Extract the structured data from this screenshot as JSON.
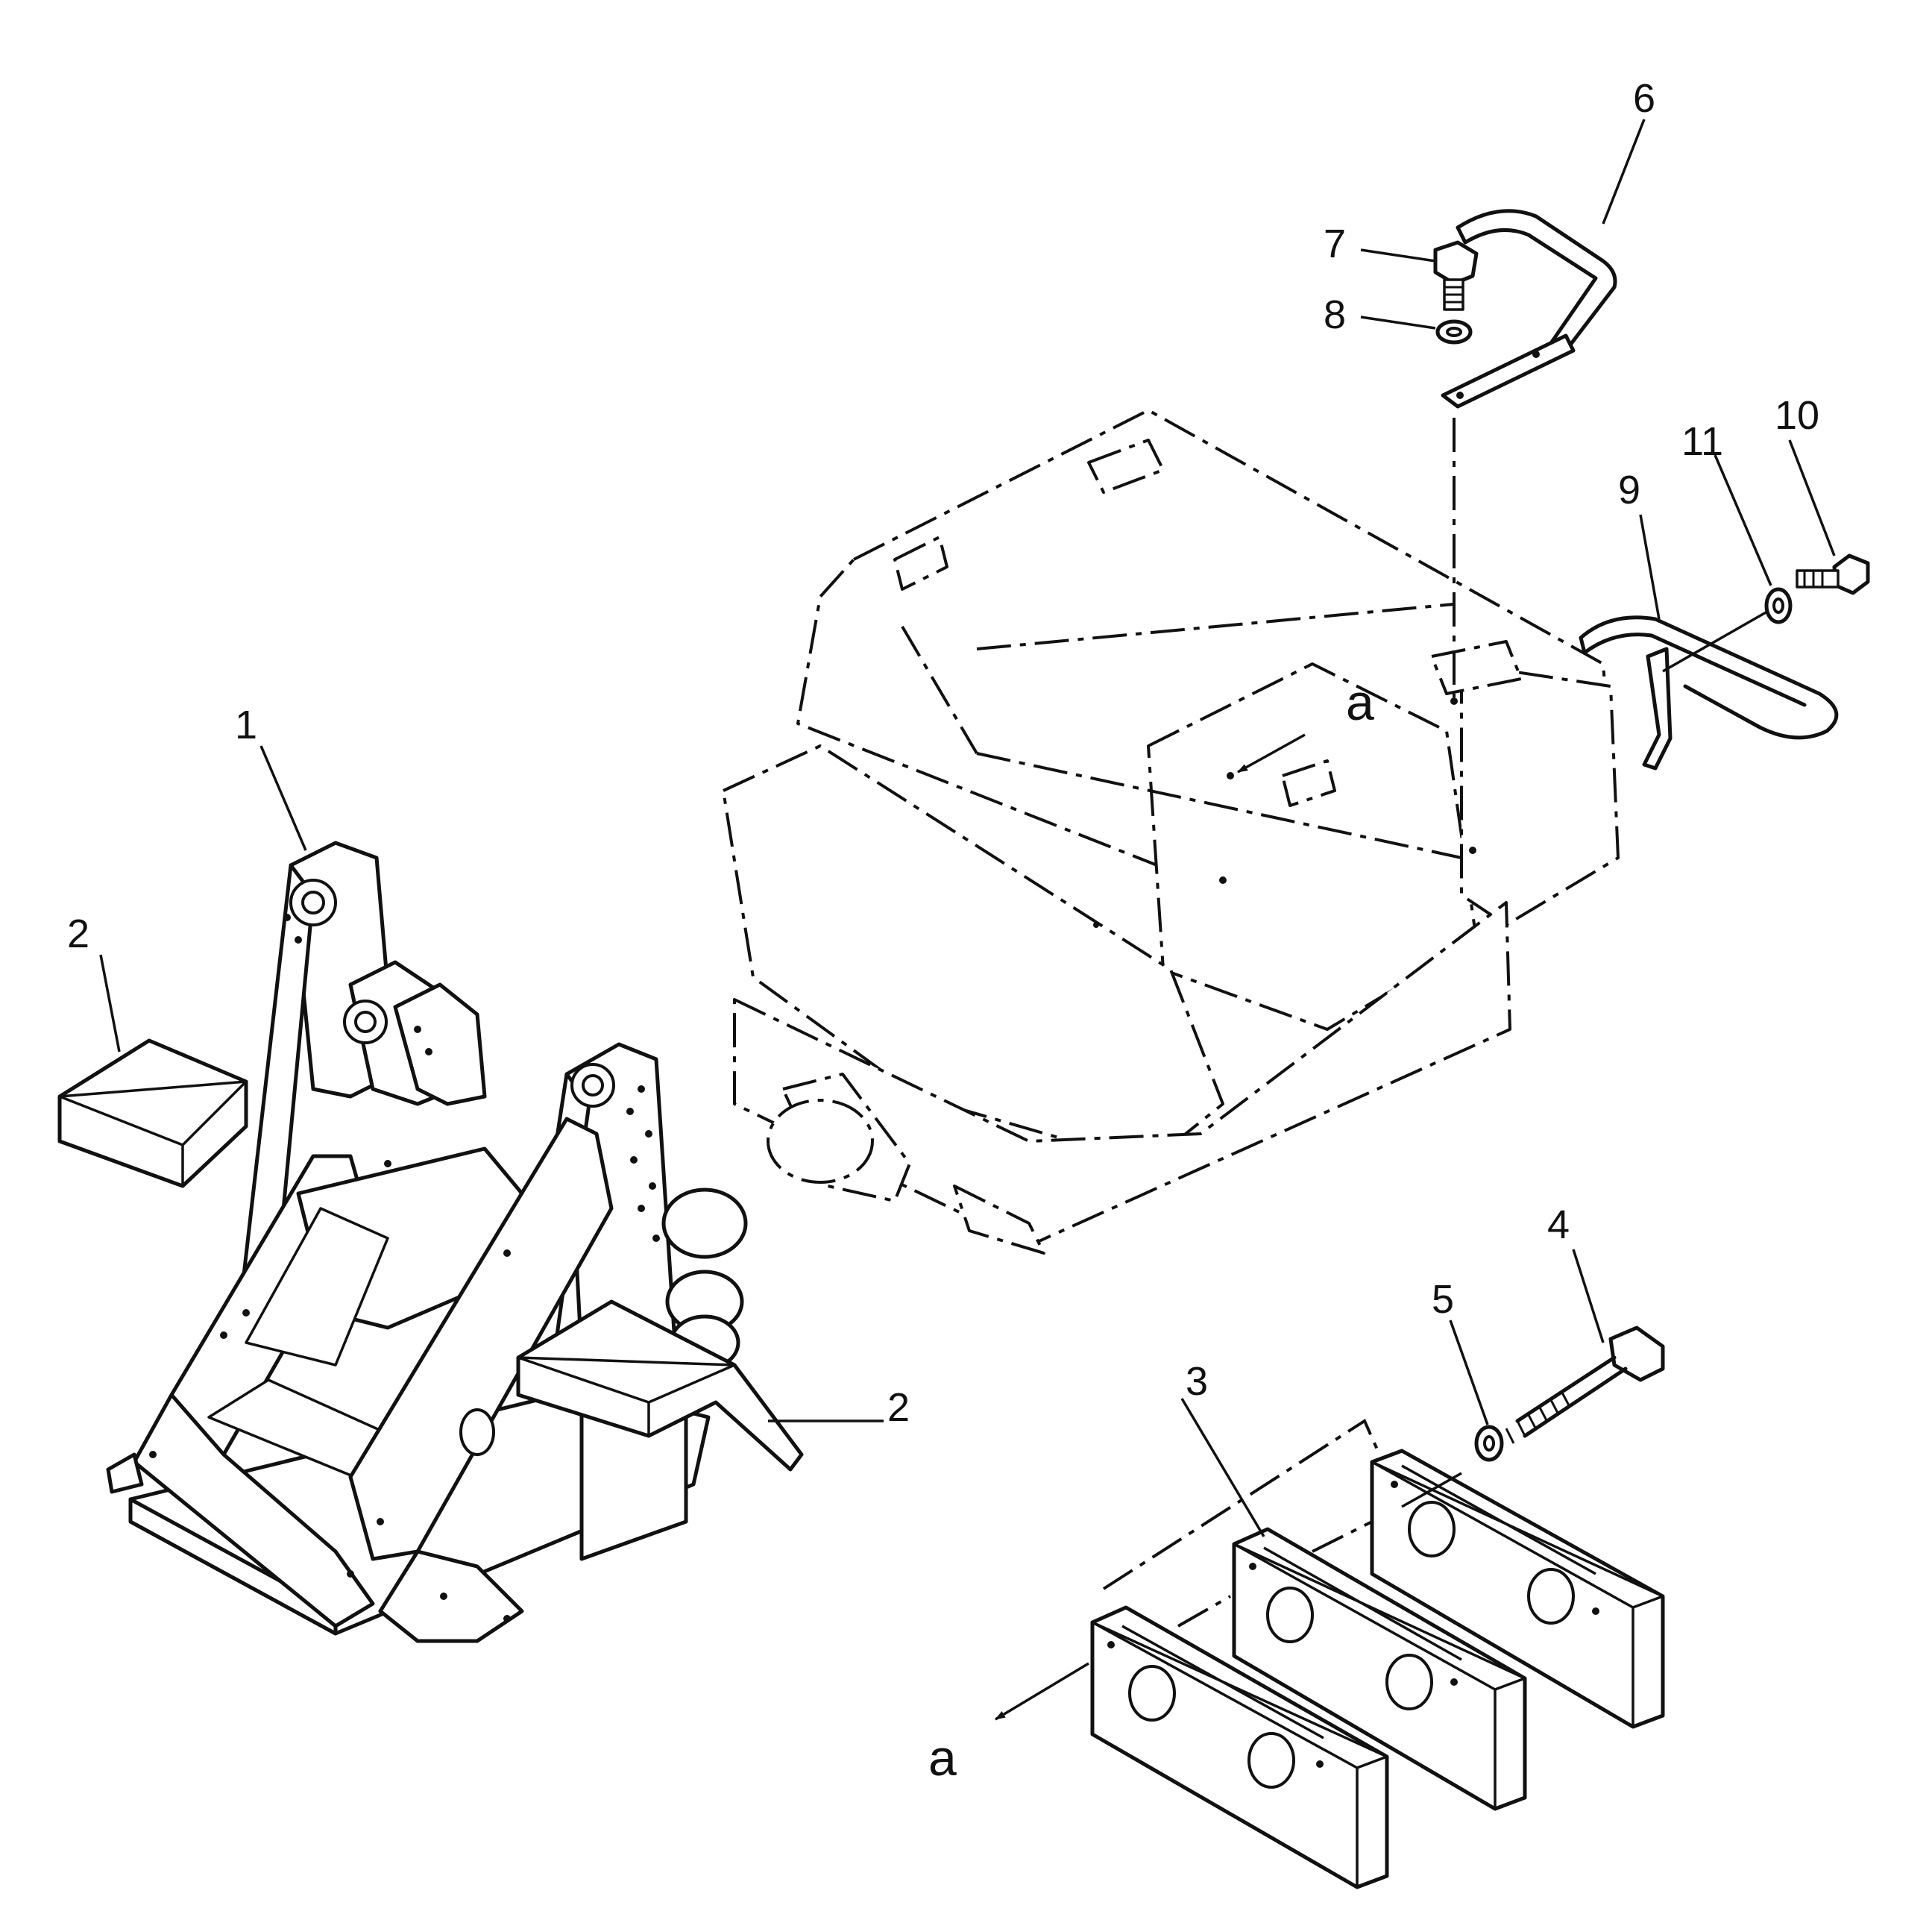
{
  "callouts": {
    "c1": "1",
    "c2a": "2",
    "c2b": "2",
    "c3": "3",
    "c4": "4",
    "c5": "5",
    "c6": "6",
    "c7": "7",
    "c8": "8",
    "c9": "9",
    "c10": "10",
    "c11": "11",
    "view_a_top": "a",
    "view_a_bottom": "a"
  }
}
